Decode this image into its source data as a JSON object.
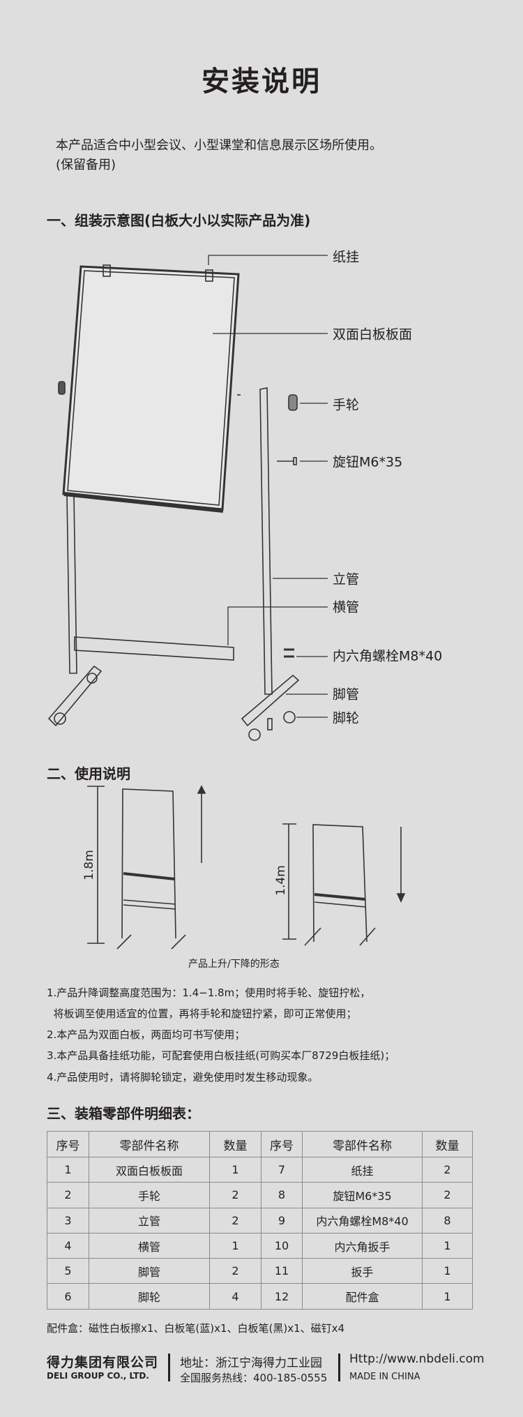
{
  "title": "安装说明",
  "intro": {
    "line1": "本产品适合中小型会议、小型课堂和信息展示区场所使用。",
    "line2": "(保留备用)"
  },
  "section1": {
    "heading": "一、组装示意图(白板大小以实际产品为准)",
    "labels": {
      "paper_hook": "纸挂",
      "board": "双面白板板面",
      "hand_wheel": "手轮",
      "knob": "旋钮M6*35",
      "upright": "立管",
      "crossbar": "横管",
      "hex_bolt": "内六角螺栓M8*40",
      "foot_tube": "脚管",
      "caster": "脚轮"
    }
  },
  "section2": {
    "heading": "二、使用说明",
    "high_label": "1.8m",
    "low_label": "1.4m",
    "caption": "产品上升/下降的形态",
    "instructions": [
      "1.产品升降调整高度范围为：1.4−1.8m；使用时将手轮、旋钮拧松，",
      "  将板调至使用适宜的位置，再将手轮和旋钮拧紧，即可正常使用；",
      "2.本产品为双面白板，两面均可书写使用；",
      "3.本产品具备挂纸功能，可配套使用白板挂纸(可购买本厂8729白板挂纸)；",
      "4.产品使用时，请将脚轮锁定，避免使用时发生移动现象。"
    ]
  },
  "section3": {
    "heading": "三、装箱零部件明细表：",
    "headers": [
      "序号",
      "零部件名称",
      "数量",
      "序号",
      "零部件名称",
      "数量"
    ],
    "rows": [
      [
        "1",
        "双面白板板面",
        "1",
        "7",
        "纸挂",
        "2"
      ],
      [
        "2",
        "手轮",
        "2",
        "8",
        "旋钮M6*35",
        "2"
      ],
      [
        "3",
        "立管",
        "2",
        "9",
        "内六角螺栓M8*40",
        "8"
      ],
      [
        "4",
        "横管",
        "1",
        "10",
        "内六角扳手",
        "1"
      ],
      [
        "5",
        "脚管",
        "2",
        "11",
        "扳手",
        "1"
      ],
      [
        "6",
        "脚轮",
        "4",
        "12",
        "配件盒",
        "1"
      ]
    ],
    "note": "配件盒：磁性白板擦x1、白板笔(蓝)x1、白板笔(黑)x1、磁钉x4"
  },
  "footer": {
    "company_cn": "得力集团有限公司",
    "company_en": "DELI GROUP CO., LTD.",
    "address": "地址：浙江宁海得力工业园",
    "hotline": "全国服务热线：400-185-0555",
    "url": "Http://www.nbdeli.com",
    "made_in": "MADE IN CHINA"
  }
}
